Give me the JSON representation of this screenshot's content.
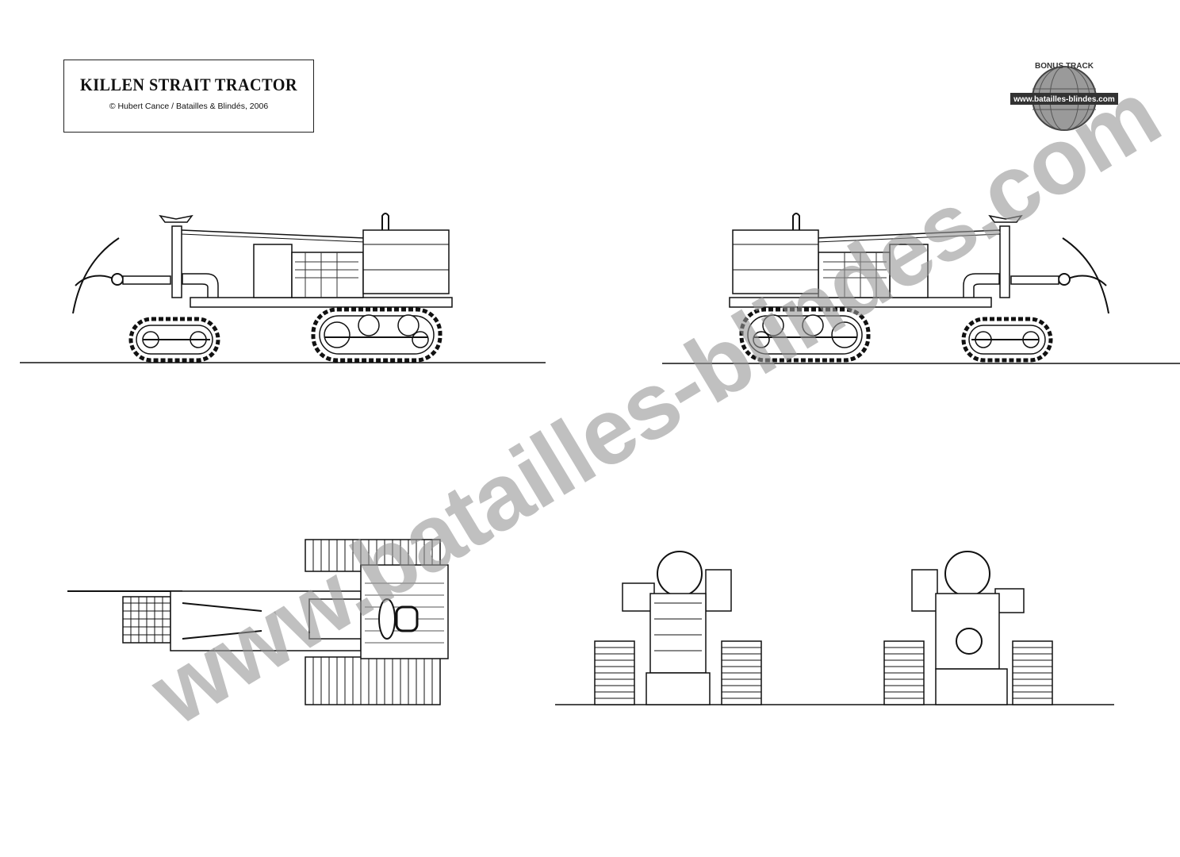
{
  "title": "KILLEN STRAIT TRACTOR",
  "credit": "© Hubert Cance / Batailles & Blindés, 2006",
  "logo": {
    "top_text": "BONUS TRACK",
    "banner_text": "www.batailles-blindes.com"
  },
  "watermark": "www.batailles-blindes.com",
  "views": [
    "left-side-view",
    "right-side-view",
    "top-view",
    "front-view",
    "rear-view"
  ]
}
